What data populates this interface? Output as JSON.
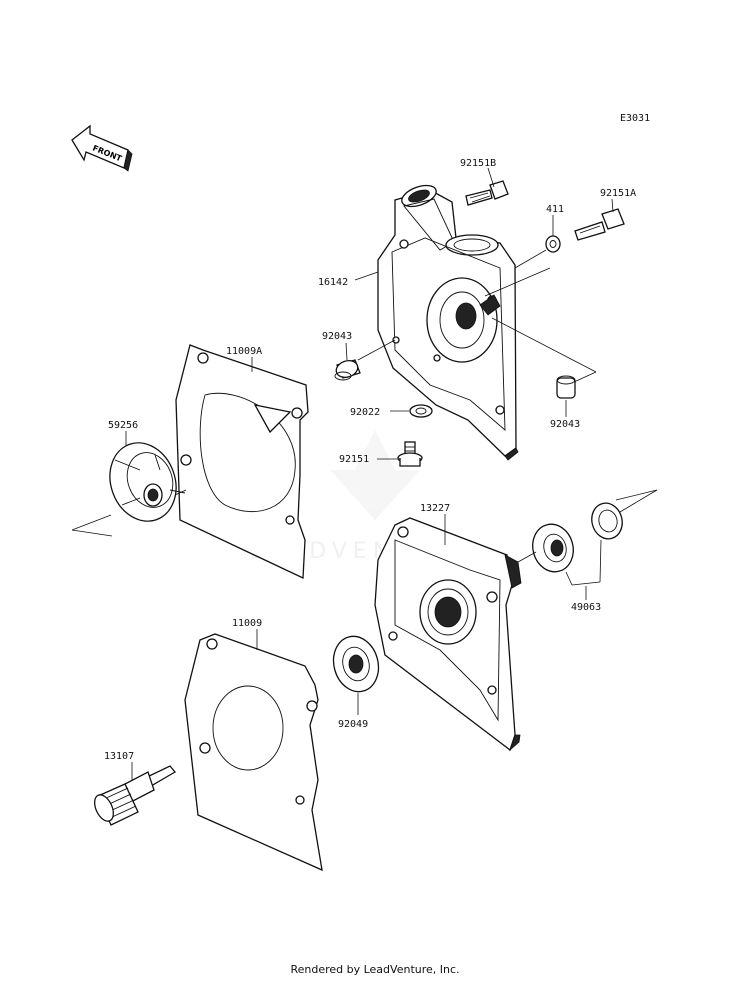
{
  "diagram_code": "E3031",
  "front_arrow_text": "FRONT",
  "watermark_text": "LEADVENTURE",
  "footer_text": "Rendered by LeadVenture, Inc.",
  "labels": {
    "p92151B": "92151B",
    "p92151A": "92151A",
    "p411": "411",
    "p16142": "16142",
    "p92043_left": "92043",
    "p92043_right": "92043",
    "p11009A": "11009A",
    "p59256": "59256",
    "p92022": "92022",
    "p92151": "92151",
    "p13227": "13227",
    "p49063": "49063",
    "p11009": "11009",
    "p92049": "92049",
    "p13107": "13107"
  }
}
